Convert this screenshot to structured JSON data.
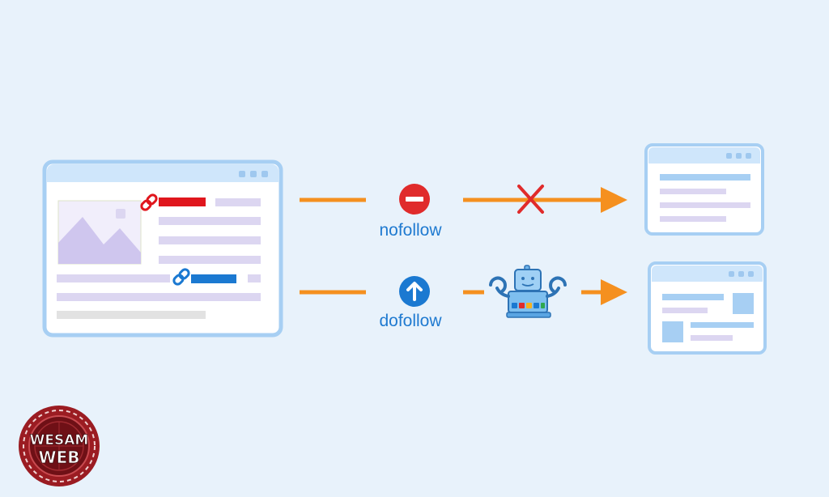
{
  "labels": {
    "nofollow": "nofollow",
    "dofollow": "dofollow"
  },
  "logo": {
    "line1": "WESAM",
    "line2": "WEB"
  },
  "colors": {
    "background": "#e8f2fb",
    "window_border": "#a7cff3",
    "window_header": "#cfe6fb",
    "arrow": "#f5901f",
    "nofollow_icon": "#e02b2b",
    "dofollow_icon": "#1b79d1",
    "label_text": "#1f7ad0",
    "cross": "#e02b2b",
    "link_red": "#e0161d",
    "link_blue": "#1b79d1",
    "logo_red": "#9b1c22"
  },
  "icons": {
    "nofollow": "minus-circle-icon",
    "dofollow": "arrow-up-circle-icon",
    "crawler": "robot-icon",
    "link": "chain-link-icon",
    "blocked": "cross-icon"
  }
}
